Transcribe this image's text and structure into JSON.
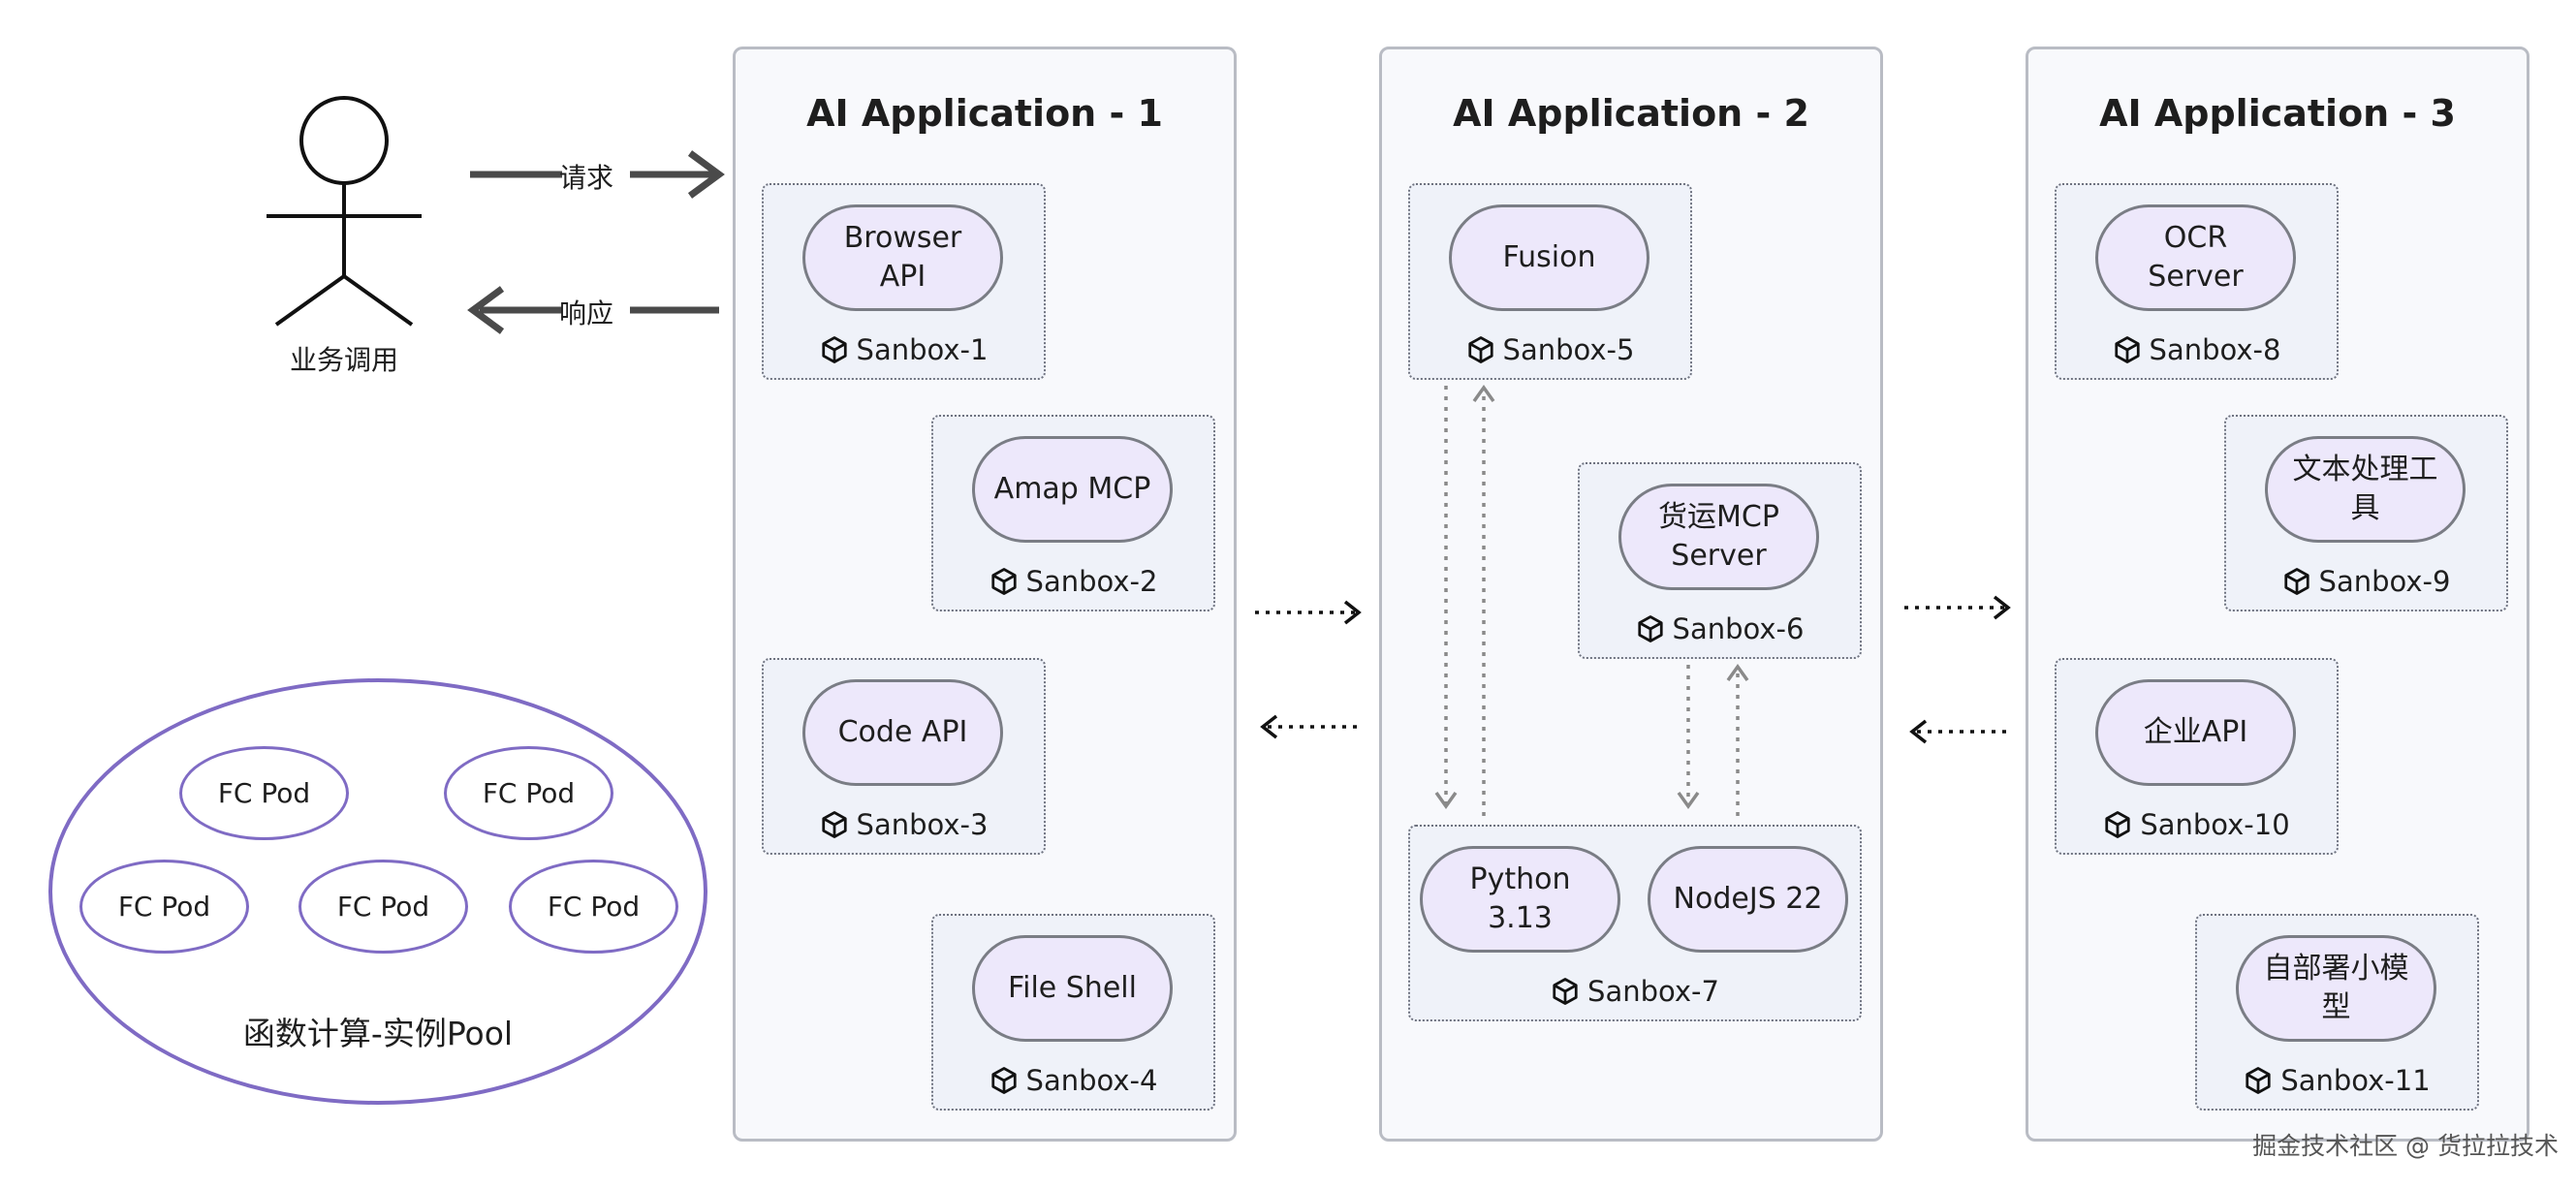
{
  "actor": {
    "name": "业务调用",
    "request_label": "请求",
    "response_label": "响应"
  },
  "pool": {
    "title": "函数计算-实例Pool",
    "pods": [
      "FC Pod",
      "FC Pod",
      "FC Pod",
      "FC Pod",
      "FC Pod"
    ]
  },
  "apps": [
    {
      "title": "AI Application - 1",
      "sandboxes": [
        {
          "label": "Sanbox-1",
          "services": [
            "Browser API"
          ]
        },
        {
          "label": "Sanbox-2",
          "services": [
            "Amap MCP"
          ]
        },
        {
          "label": "Sanbox-3",
          "services": [
            "Code API"
          ]
        },
        {
          "label": "Sanbox-4",
          "services": [
            "File Shell"
          ]
        }
      ]
    },
    {
      "title": "AI Application - 2",
      "sandboxes": [
        {
          "label": "Sanbox-5",
          "services": [
            "Fusion"
          ]
        },
        {
          "label": "Sanbox-6",
          "services": [
            "货运MCP Server"
          ]
        },
        {
          "label": "Sanbox-7",
          "services": [
            "Python 3.13",
            "NodeJS 22"
          ]
        }
      ]
    },
    {
      "title": "AI Application - 3",
      "sandboxes": [
        {
          "label": "Sanbox-8",
          "services": [
            "OCR Server"
          ]
        },
        {
          "label": "Sanbox-9",
          "services": [
            "文本处理工具"
          ]
        },
        {
          "label": "Sanbox-10",
          "services": [
            "企业API"
          ]
        },
        {
          "label": "Sanbox-11",
          "services": [
            "自部署小模型"
          ]
        }
      ]
    }
  ],
  "footer": {
    "credit": "掘金技术社区 @ 货拉拉技术"
  },
  "colors": {
    "app_border": "#b9bcc4",
    "pill_fill": "#ede8fb",
    "pod_border": "#7f6bc4",
    "arrow": "#4a4a4a"
  }
}
